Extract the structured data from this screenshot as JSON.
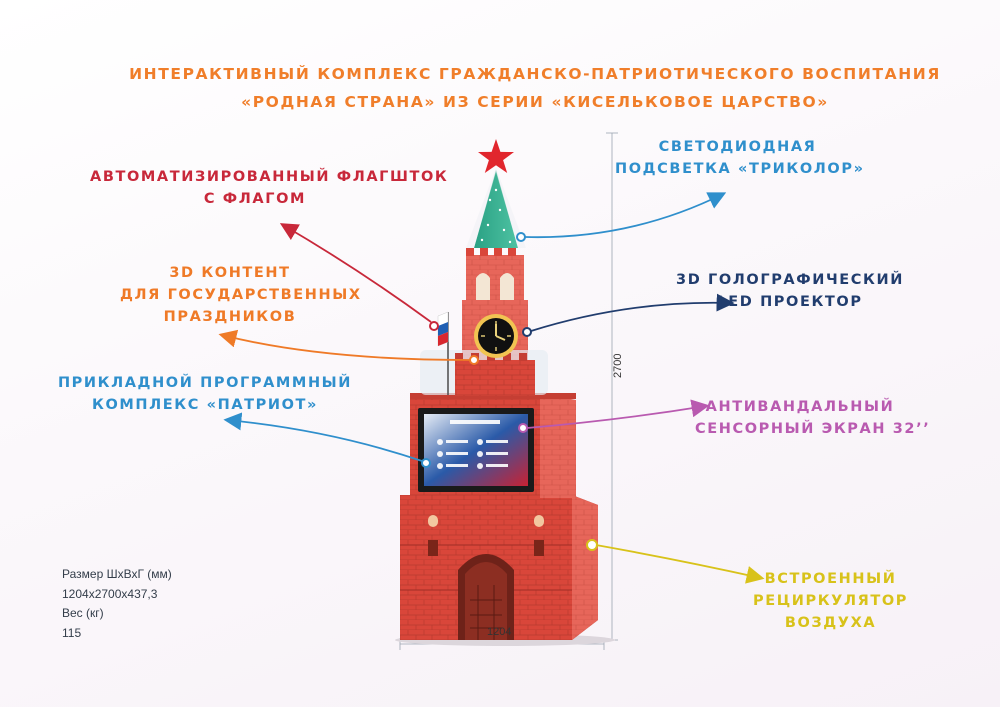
{
  "title": {
    "line1": "ИНТЕРАКТИВНЫЙ КОМПЛЕКС ГРАЖДАНСКО-ПАТРИОТИЧЕСКОГО ВОСПИТАНИЯ",
    "line2": "«РОДНАЯ СТРАНА» ИЗ СЕРИИ «КИСЕЛЬКОВОЕ ЦАРСТВО»"
  },
  "features": {
    "flagpole": {
      "line1": "АВТОМАТИЗИРОВАННЫЙ ФЛАГШТОК",
      "line2": "С ФЛАГОМ",
      "color": "#c8283a"
    },
    "content3d": {
      "line1": "3D КОНТЕНТ",
      "line2": "ДЛЯ ГОСУДАРСТВЕННЫХ",
      "line3": "ПРАЗДНИКОВ",
      "color": "#ef7a27"
    },
    "software": {
      "line1": "ПРИКЛАДНОЙ ПРОГРАММНЫЙ",
      "line2": "КОМПЛЕКС «ПАТРИОТ»",
      "color": "#2f8fcc"
    },
    "led": {
      "line1": "СВЕТОДИОДНАЯ",
      "line2": "ПОДСВЕТКА «ТРИКОЛОР»",
      "color": "#2f8fcc"
    },
    "holo": {
      "line1": "3D ГОЛОГРАФИЧЕСКИЙ",
      "line2": "LED ПРОЕКТОР",
      "color": "#213d6e"
    },
    "screen": {
      "line1": "АНТИВАНДАЛЬНЫЙ",
      "line2": "СЕНСОРНЫЙ ЭКРАН 32’’",
      "color": "#b95ab0"
    },
    "air": {
      "line1": "ВСТРОЕННЫЙ",
      "line2": "РЕЦИРКУЛЯТОР",
      "line3": "ВОЗДУХА",
      "color": "#d8c21a"
    }
  },
  "specs": {
    "size_label": "Размер ШхВхГ (мм)",
    "size_value": "1204x2700x437,3",
    "weight_label": "Вес (кг)",
    "weight_value": "115"
  },
  "dimensions": {
    "height": "2700",
    "width": "1204"
  }
}
